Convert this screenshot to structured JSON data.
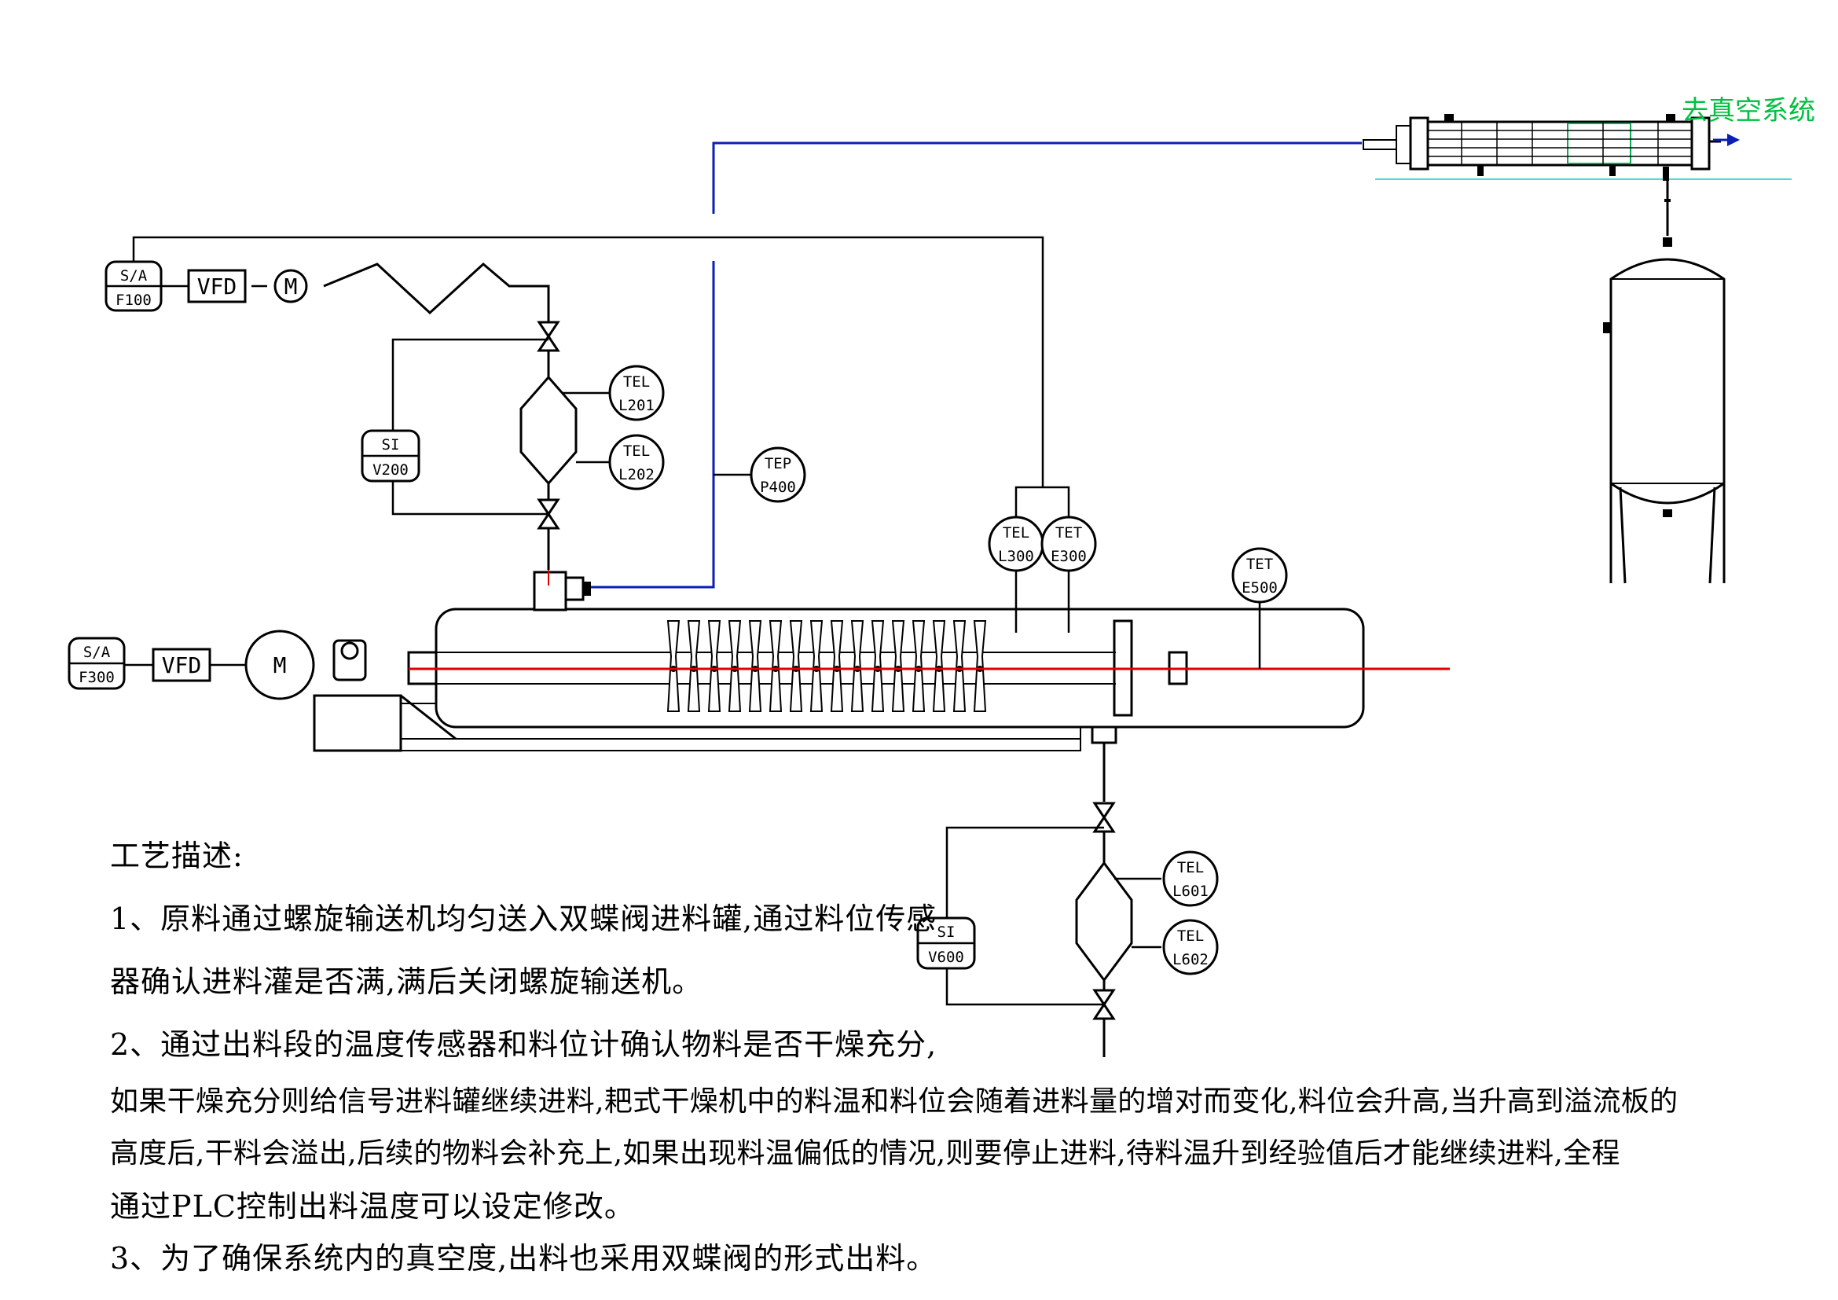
{
  "colors": {
    "vacuum_line": "#0a1fb4",
    "heating_axis": "#e00000",
    "vacuum_label": "#00c040",
    "water_line": "#4fd8d8",
    "stroke": "#000000"
  },
  "labels": {
    "vacuum_system": "去真空系统",
    "feed_drive": {
      "controller_top": "S/A",
      "controller_bottom": "F100",
      "vfd": "VFD",
      "motor": "M"
    },
    "main_drive": {
      "controller_top": "S/A",
      "controller_bottom": "F300",
      "vfd": "VFD",
      "motor": "M"
    },
    "feed_valve_controller": {
      "top": "SI",
      "bottom": "V200"
    },
    "discharge_valve_controller": {
      "top": "SI",
      "bottom": "V600"
    },
    "instruments": {
      "tel_l201": {
        "top": "TEL",
        "bottom": "L201"
      },
      "tel_l202": {
        "top": "TEL",
        "bottom": "L202"
      },
      "tep_p400": {
        "top": "TEP",
        "bottom": "P400"
      },
      "tel_l300": {
        "top": "TEL",
        "bottom": "L300"
      },
      "tet_e300": {
        "top": "TET",
        "bottom": "E300"
      },
      "tet_e500": {
        "top": "TET",
        "bottom": "E500"
      },
      "tel_l601": {
        "top": "TEL",
        "bottom": "L601"
      },
      "tel_l602": {
        "top": "TEL",
        "bottom": "L602"
      }
    }
  },
  "description": {
    "title": "工艺描述:",
    "line1": "1、原料通过螺旋输送机均匀送入双蝶阀进料罐,通过料位传感",
    "line2": "器确认进料灌是否满,满后关闭螺旋输送机。",
    "line3": "2、通过出料段的温度传感器和料位计确认物料是否干燥充分,",
    "line4": "如果干燥充分则给信号进料罐继续进料,耙式干燥机中的料温和料位会随着进料量的增对而变化,料位会升高,当升高到溢流板的",
    "line5": "高度后,干料会溢出,后续的物料会补充上,如果出现料温偏低的情况,则要停止进料,待料温升到经验值后才能继续进料,全程",
    "line6": "通过PLC控制出料温度可以设定修改。",
    "line7": "3、为了确保系统内的真空度,出料也采用双蝶阀的形式出料。"
  }
}
